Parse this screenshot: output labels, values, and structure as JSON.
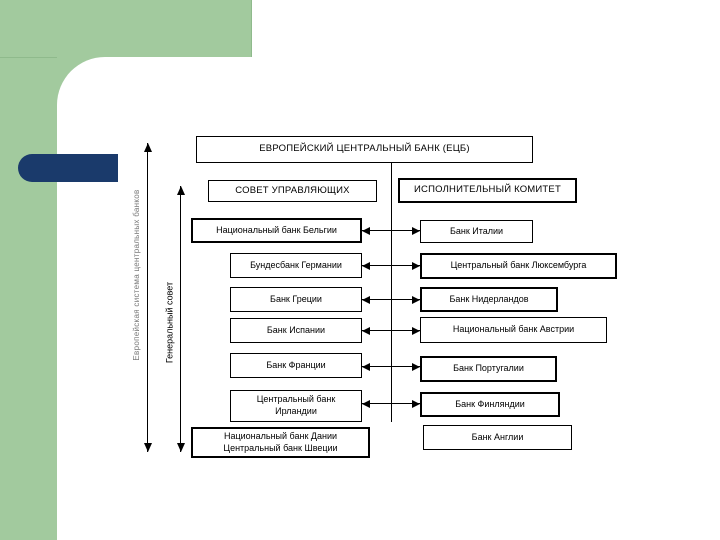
{
  "diagram": {
    "root": {
      "label": "ЕВРОПЕЙСКИЙ ЦЕНТРАЛЬНЫЙ БАНК (ЕЦБ)"
    },
    "governing_council": {
      "label": "СОВЕТ УПРАВЛЯЮЩИХ"
    },
    "executive_committee": {
      "label": "ИСПОЛНИТЕЛЬНЫЙ КОМИТЕТ"
    },
    "left_column": [
      {
        "label": "Национальный банк Бельгии"
      },
      {
        "label": "Бундесбанк Германии"
      },
      {
        "label": "Банк Греции"
      },
      {
        "label": "Банк Испании"
      },
      {
        "label": "Банк Франции"
      },
      {
        "label": "Центральный банк\nИрландии"
      },
      {
        "label": "Национальный банк  Дании\nЦентральный банк  Швеции"
      }
    ],
    "right_column": [
      {
        "label": "Банк Италии"
      },
      {
        "label": "Центральный банк Люксембурга"
      },
      {
        "label": "Банк Нидерландов"
      },
      {
        "label": "Национальный банк Австрии"
      },
      {
        "label": "Банк Португалии"
      },
      {
        "label": "Банк Финляндии"
      },
      {
        "label": "Банк Англии"
      }
    ],
    "vertical_labels": {
      "escb": "Европейская система центральных банков",
      "general_council": "Генеральный совет"
    }
  },
  "colors": {
    "sidebar_green": "#A2CA9E",
    "accent_bar_blue": "#1A3A6B",
    "line_black": "#000000",
    "muted_label_gray": "#7A7A7A"
  }
}
